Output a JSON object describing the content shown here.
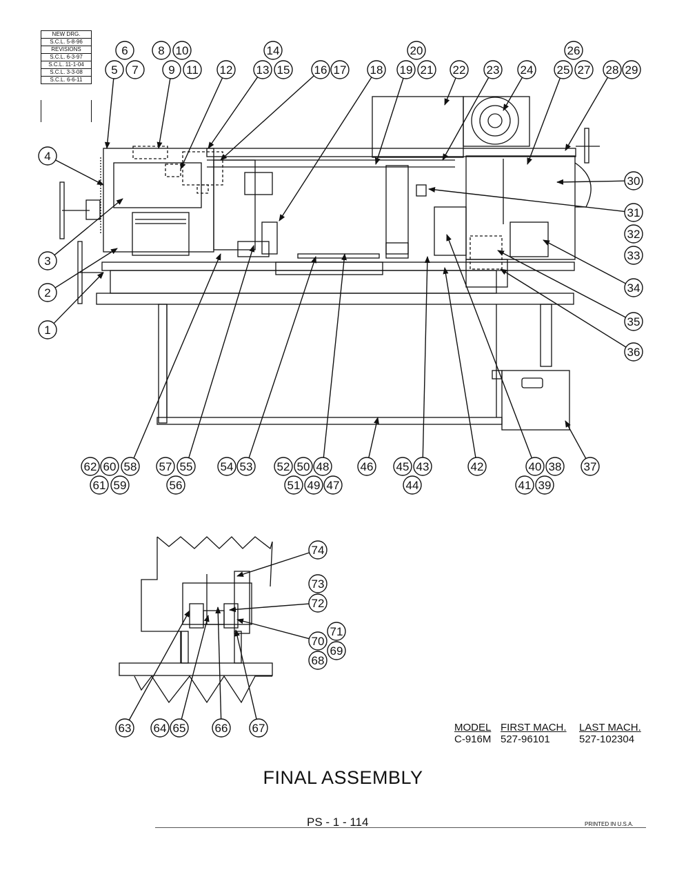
{
  "revisions": {
    "rows": [
      "NEW DRG.",
      "S.C.L. 5-8-96",
      "REVISIONS",
      "S.C.L. 6-3-97",
      "S.C.L. 11-1-04",
      "S.C.L. 3-3-08",
      "S.C.L. 6-6-11"
    ]
  },
  "callouts": [
    "1",
    "2",
    "3",
    "4",
    "5",
    "6",
    "7",
    "8",
    "9",
    "10",
    "11",
    "12",
    "13",
    "14",
    "15",
    "16",
    "17",
    "18",
    "19",
    "20",
    "21",
    "22",
    "23",
    "24",
    "25",
    "26",
    "27",
    "28",
    "29",
    "30",
    "31",
    "32",
    "33",
    "34",
    "35",
    "36",
    "37",
    "38",
    "39",
    "40",
    "41",
    "42",
    "43",
    "44",
    "45",
    "46",
    "47",
    "48",
    "49",
    "50",
    "51",
    "52",
    "53",
    "54",
    "55",
    "56",
    "57",
    "58",
    "59",
    "60",
    "61",
    "62",
    "63",
    "64",
    "65",
    "66",
    "67",
    "68",
    "69",
    "70",
    "71",
    "72",
    "73",
    "74"
  ],
  "model_table": {
    "headers": [
      "MODEL",
      "FIRST MACH.",
      "LAST MACH."
    ],
    "values": [
      "C-916M",
      "527-96101",
      "527-102304"
    ]
  },
  "title": "FINAL ASSEMBLY",
  "page_number": "PS - 1 - 114",
  "printed": "PRINTED IN U.S.A."
}
